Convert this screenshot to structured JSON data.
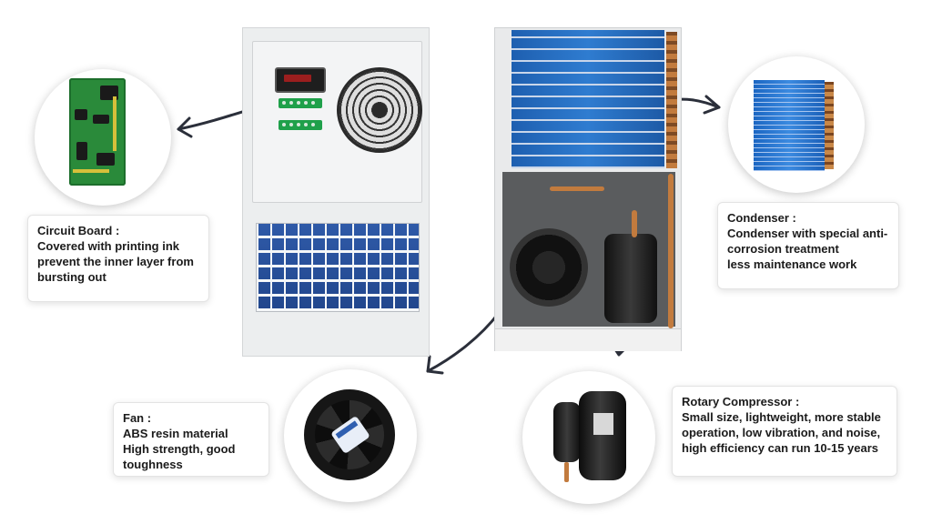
{
  "callouts": {
    "circuit_board": {
      "title": "Circuit Board :",
      "lines": [
        "Covered with printing ink",
        "prevent the inner layer from",
        "bursting out"
      ]
    },
    "condenser": {
      "title": "Condenser :",
      "lines": [
        "Condenser with special anti-",
        "corrosion treatment",
        "less maintenance work"
      ]
    },
    "fan": {
      "title": "Fan :",
      "lines": [
        "ABS resin material",
        "High strength, good",
        "toughness"
      ]
    },
    "compressor": {
      "title": "Rotary Compressor :",
      "lines": [
        "Small size, lightweight, more stable",
        "operation, low vibration, and noise,",
        "high efficiency can run 10-15 years"
      ]
    }
  },
  "colors": {
    "arrow": "#2b2f3a",
    "text": "#1b1b1b",
    "coil_blue": "#2f5aa8",
    "pcb_green": "#2a8a3a",
    "copper": "#c27b3e"
  },
  "icons": {
    "circuit_board": "circuit-board-icon",
    "condenser": "condenser-coil-icon",
    "fan": "axial-fan-icon",
    "compressor": "rotary-compressor-icon"
  }
}
